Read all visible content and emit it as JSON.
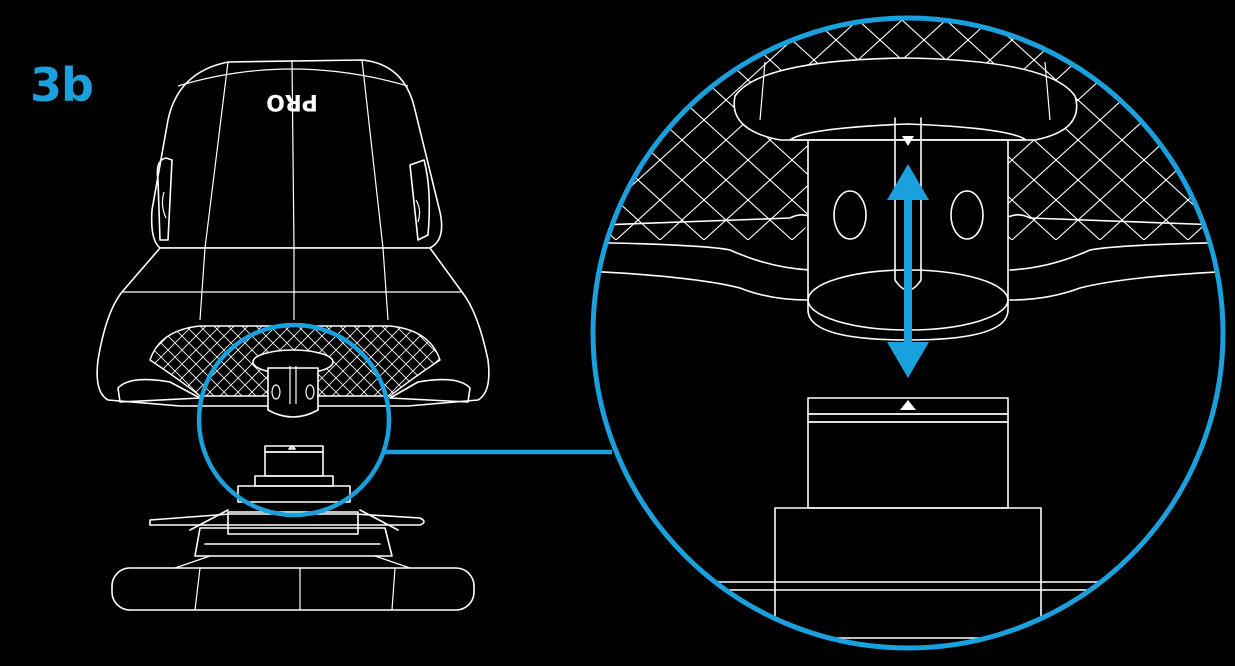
{
  "step": {
    "label": "3b"
  },
  "device": {
    "brand_text": "PRO"
  },
  "colors": {
    "accent": "#1aa0dc",
    "line": "#ffffff",
    "background": "#000000"
  },
  "icons": {
    "direction": "double-arrow-vertical",
    "alignment_marker_top": "triangle-down",
    "alignment_marker_bottom": "triangle-up"
  }
}
